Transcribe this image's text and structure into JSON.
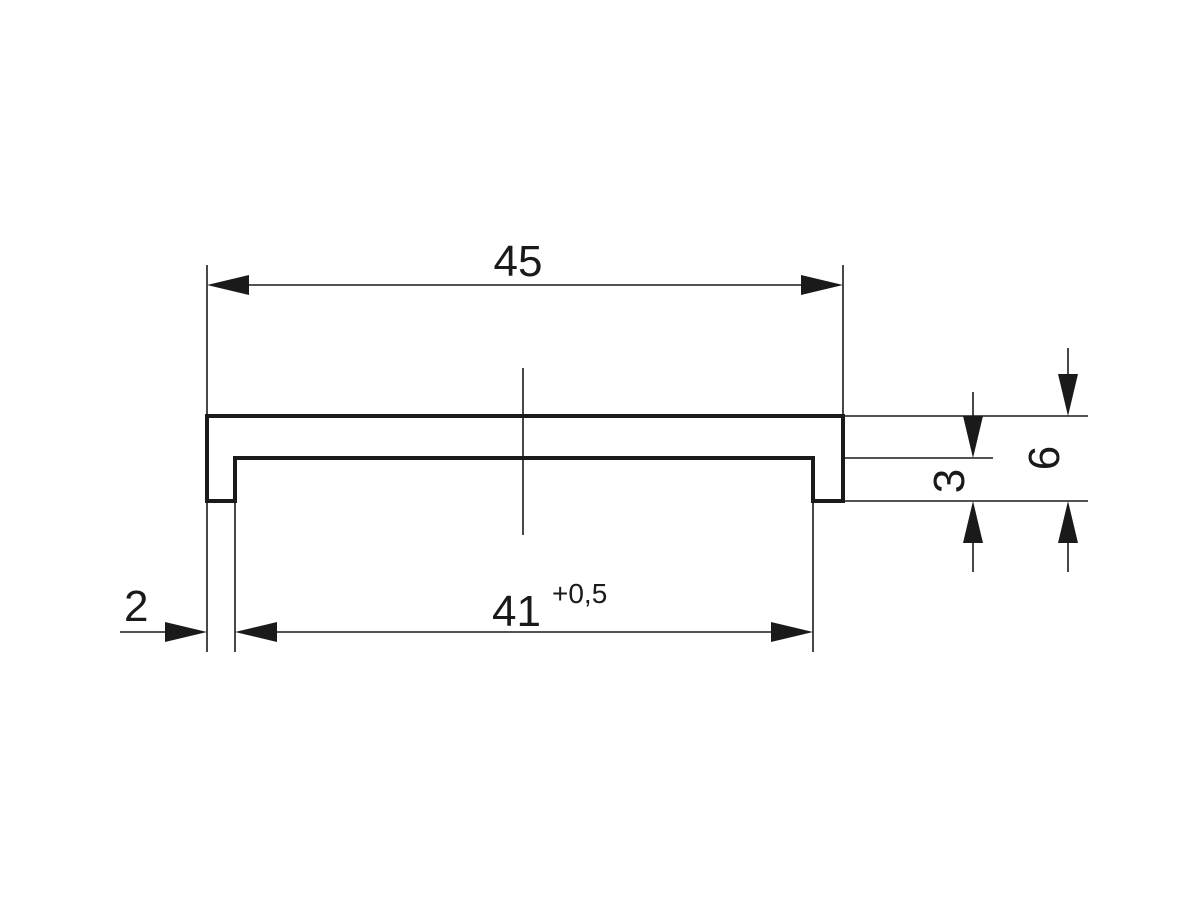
{
  "dimensions": {
    "overall_width": "45",
    "inner_width": "41",
    "inner_width_tolerance": "+0,5",
    "wall_thickness": "2",
    "groove_depth": "3",
    "overall_height": "6"
  },
  "colors": {
    "line": "#1a1a1a",
    "background": "#ffffff"
  }
}
